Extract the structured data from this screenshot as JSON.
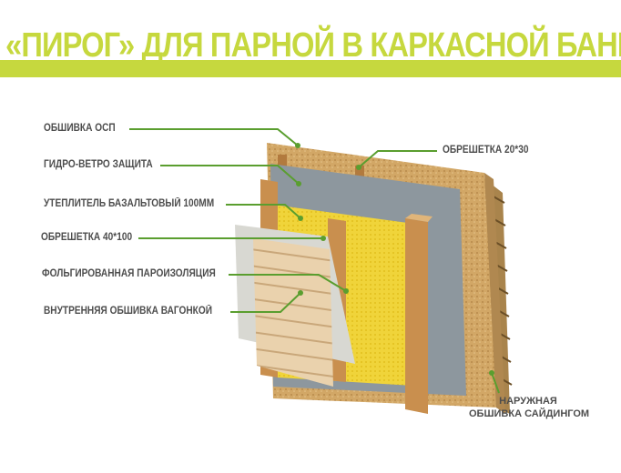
{
  "title": "«ПИРОГ» ДЛЯ ПАРНОЙ В КАРКАСНОЙ БАНЕ",
  "colors": {
    "accent": "#c6d83e",
    "leader": "#5a9e2f",
    "label": "#4d4d4d"
  },
  "labels": {
    "osb": "ОБШИВКА ОСП",
    "wind": "ГИДРО-ВЕТРО ЗАЩИТА",
    "insulation": "УТЕПЛИТЕЛЬ БАЗАЛЬТОВЫЙ 100ММ",
    "batten40": "ОБРЕШЕТКА 40*100",
    "foil": "ФОЛЬГИРОВАННАЯ ПАРОИЗОЛЯЦИЯ",
    "lining": "ВНУТРЕННЯЯ ОБШИВКА ВАГОНКОЙ",
    "batten20": "ОБРЕШЕТКА 20*30",
    "siding_1": "НАРУЖНАЯ",
    "siding_2": "ОБШИВКА САЙДИНГОМ"
  }
}
